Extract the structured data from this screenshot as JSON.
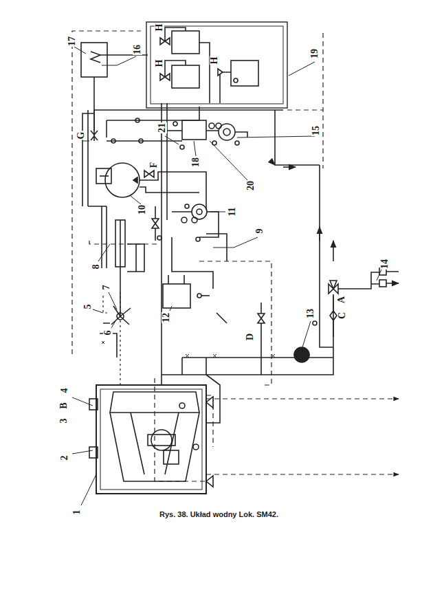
{
  "diagram": {
    "caption": "Rys. 38. Układ wodny Lok. SM42.",
    "labels": [
      "17",
      "16",
      "19",
      "H",
      "H",
      "H",
      "G",
      "21",
      "15",
      "F",
      "18",
      "20",
      "10",
      "11",
      "9",
      "8",
      "7",
      "5",
      "6",
      "12",
      "14",
      "A",
      "C",
      "D",
      "13",
      "4",
      "B",
      "3",
      "2",
      "1"
    ]
  }
}
